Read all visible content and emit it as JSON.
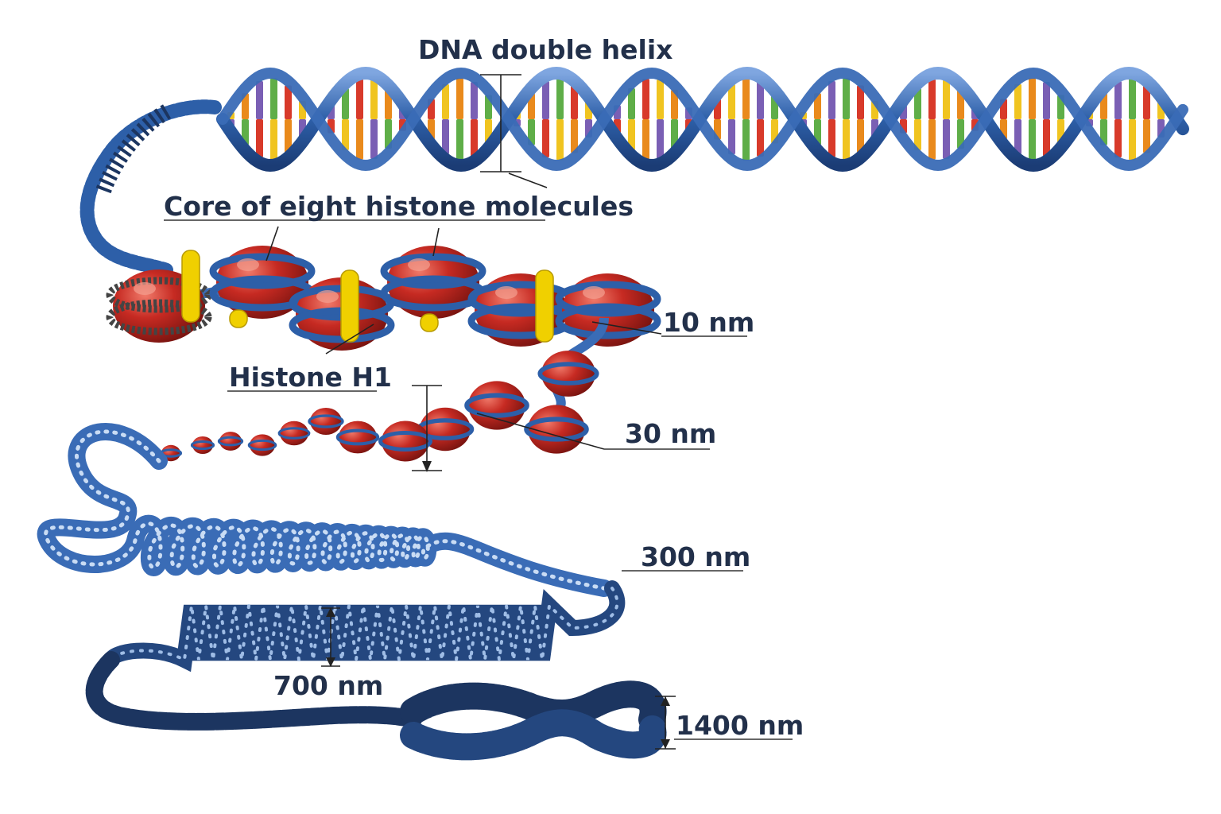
{
  "labels": {
    "dna_helix": "DNA double helix",
    "histone_core": "Core of eight histone molecules",
    "histone_h1": "Histone H1",
    "nm10": "10 nm",
    "nm30": "30 nm",
    "nm300": "300 nm",
    "nm700": "700 nm",
    "nm1400": "1400 nm"
  },
  "colors": {
    "dna_strand": "#2d5fa8",
    "histone": "#c62a22",
    "h1": "#f0d000",
    "fiber_dark": "#1c3560",
    "base_pairs": [
      "#f0c420",
      "#e98a1c",
      "#7a5fb4",
      "#5fae48",
      "#d83a2a"
    ]
  }
}
